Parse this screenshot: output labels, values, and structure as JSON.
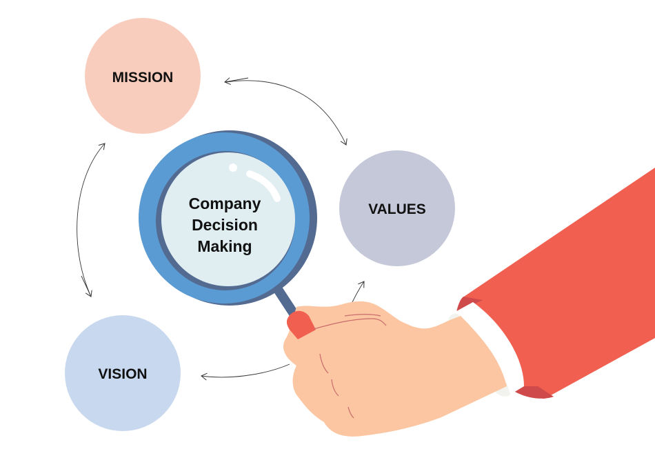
{
  "nodes": {
    "mission": {
      "label": "MISSION",
      "color": "#f9cdbd"
    },
    "values": {
      "label": "VALUES",
      "color": "#c5c8d9"
    },
    "vision": {
      "label": "VISION",
      "color": "#c8d8ee"
    }
  },
  "center": {
    "lines": [
      "Company",
      "Decision",
      "Making"
    ],
    "lens_color": "#e0eef2",
    "ring_color": "#5b9bd3",
    "ring_shadow_color": "#536a91"
  },
  "colors": {
    "sleeve": "#f05f4f",
    "sleeve_shadow": "#cf4a4a",
    "skin": "#fbc6a1",
    "skin_line": "#c86b6b",
    "cuff": "#ffffff",
    "arrow": "#333333"
  }
}
